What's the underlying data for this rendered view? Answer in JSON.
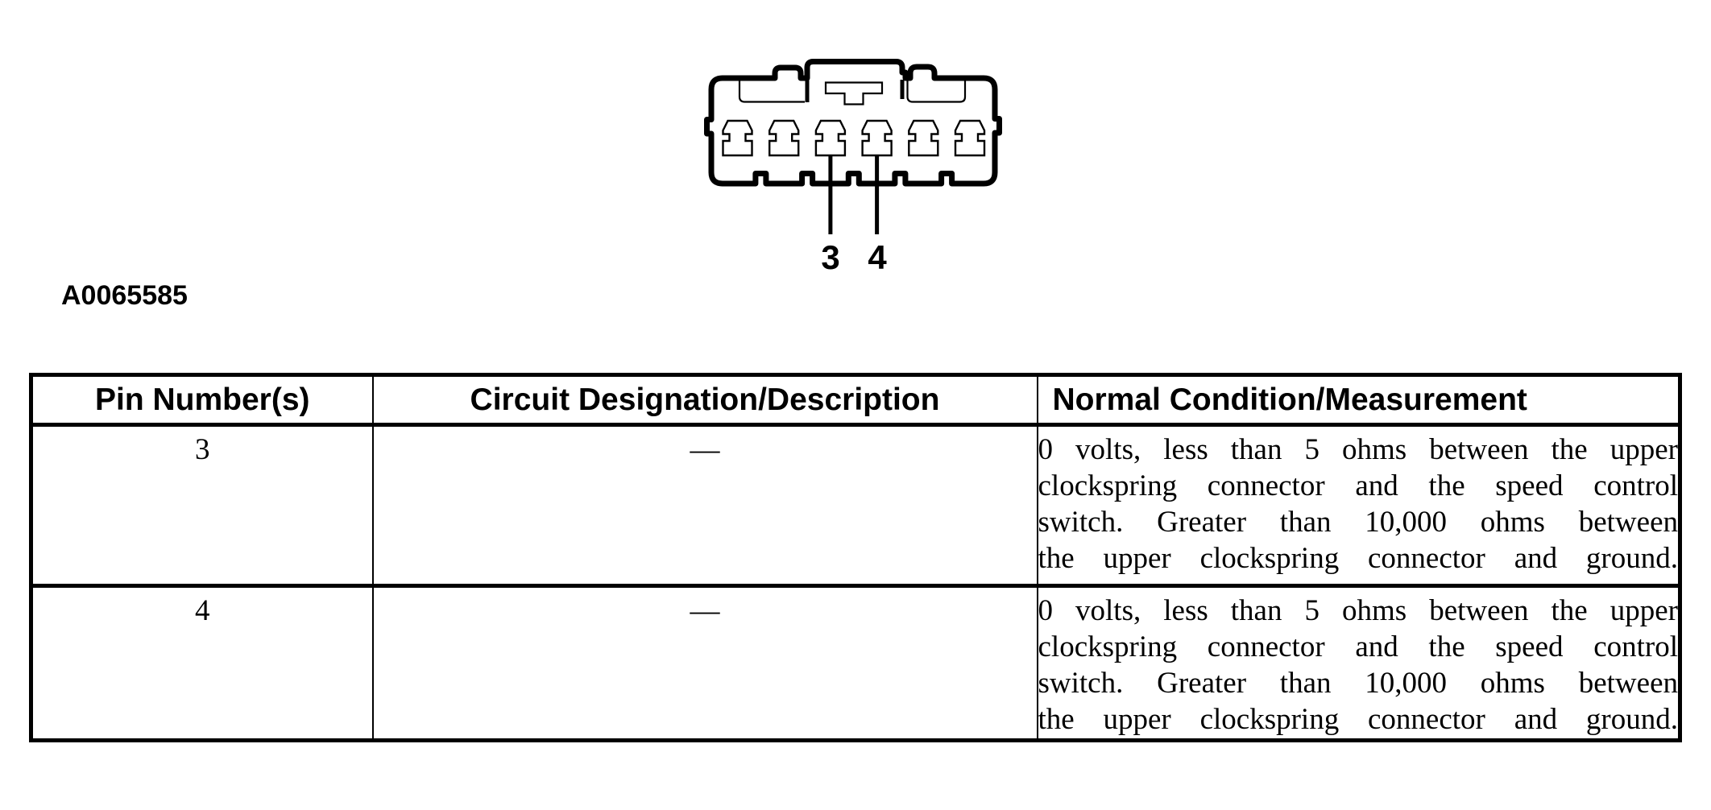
{
  "figure_id": "A0065585",
  "diagram": {
    "pin_labels": [
      "3",
      "4"
    ]
  },
  "table": {
    "headers": [
      "Pin Number(s)",
      "Circuit Designation/Description",
      "Normal Condition/Measurement"
    ],
    "rows": [
      {
        "pin": "3",
        "circuit": "—",
        "normal": "0 volts, less than 5 ohms between the upper\nclockspring connector and the speed control\nswitch. Greater than 10,000 ohms between\nthe upper clockspring connector and ground."
      },
      {
        "pin": "4",
        "circuit": "—",
        "normal": "0 volts, less than 5 ohms between the upper\nclockspring connector and the speed control\nswitch. Greater than 10,000 ohms between\nthe upper clockspring connector and ground."
      }
    ]
  }
}
